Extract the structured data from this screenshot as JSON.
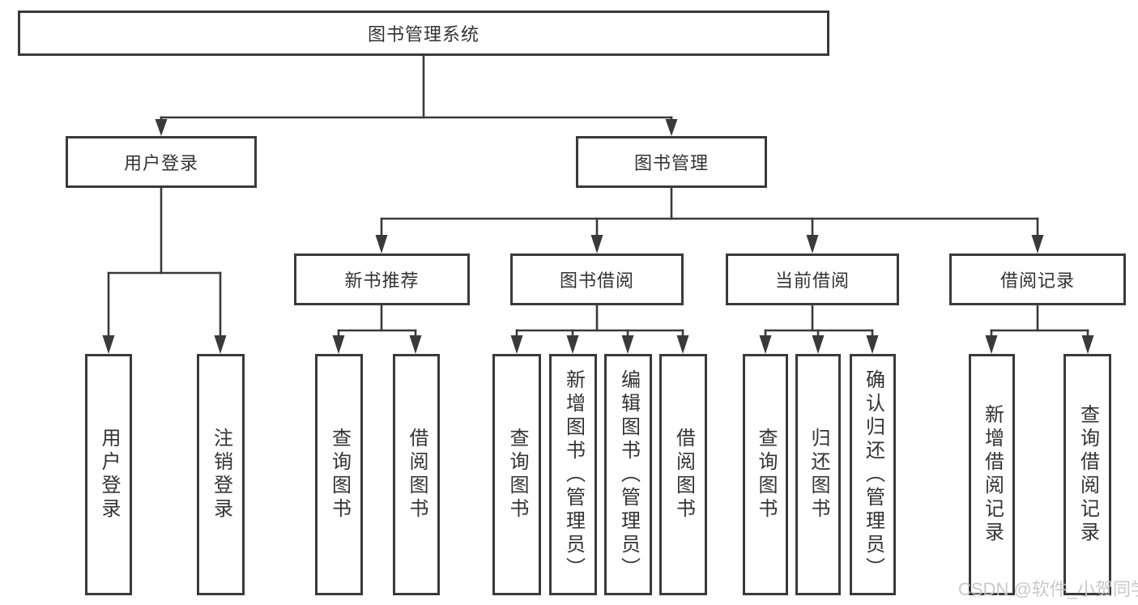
{
  "diagram": {
    "root": {
      "label": "图书管理系统"
    },
    "user_login": {
      "label": "用户登录",
      "children": [
        {
          "label": "用户登录"
        },
        {
          "label": "注销登录"
        }
      ]
    },
    "book_management": {
      "label": "图书管理",
      "sections": [
        {
          "label": "新书推荐",
          "children": [
            {
              "label": "查询图书"
            },
            {
              "label": "借阅图书"
            }
          ]
        },
        {
          "label": "图书借阅",
          "children": [
            {
              "label": "查询图书"
            },
            {
              "label": "新增图书（管理员）"
            },
            {
              "label": "编辑图书（管理员）"
            },
            {
              "label": "借阅图书"
            }
          ]
        },
        {
          "label": "当前借阅",
          "children": [
            {
              "label": "查询图书"
            },
            {
              "label": "归还图书"
            },
            {
              "label": "确认归还（管理员）"
            }
          ]
        },
        {
          "label": "借阅记录",
          "children": [
            {
              "label": "新增借阅记录"
            },
            {
              "label": "查询借阅记录"
            }
          ]
        }
      ]
    }
  },
  "watermark": {
    "text": "CSDN @软件_小贺同学"
  },
  "colors": {
    "line": "#3a3a3a",
    "text": "#333333",
    "background": "#ffffff",
    "watermark": "#c7c7c7"
  }
}
